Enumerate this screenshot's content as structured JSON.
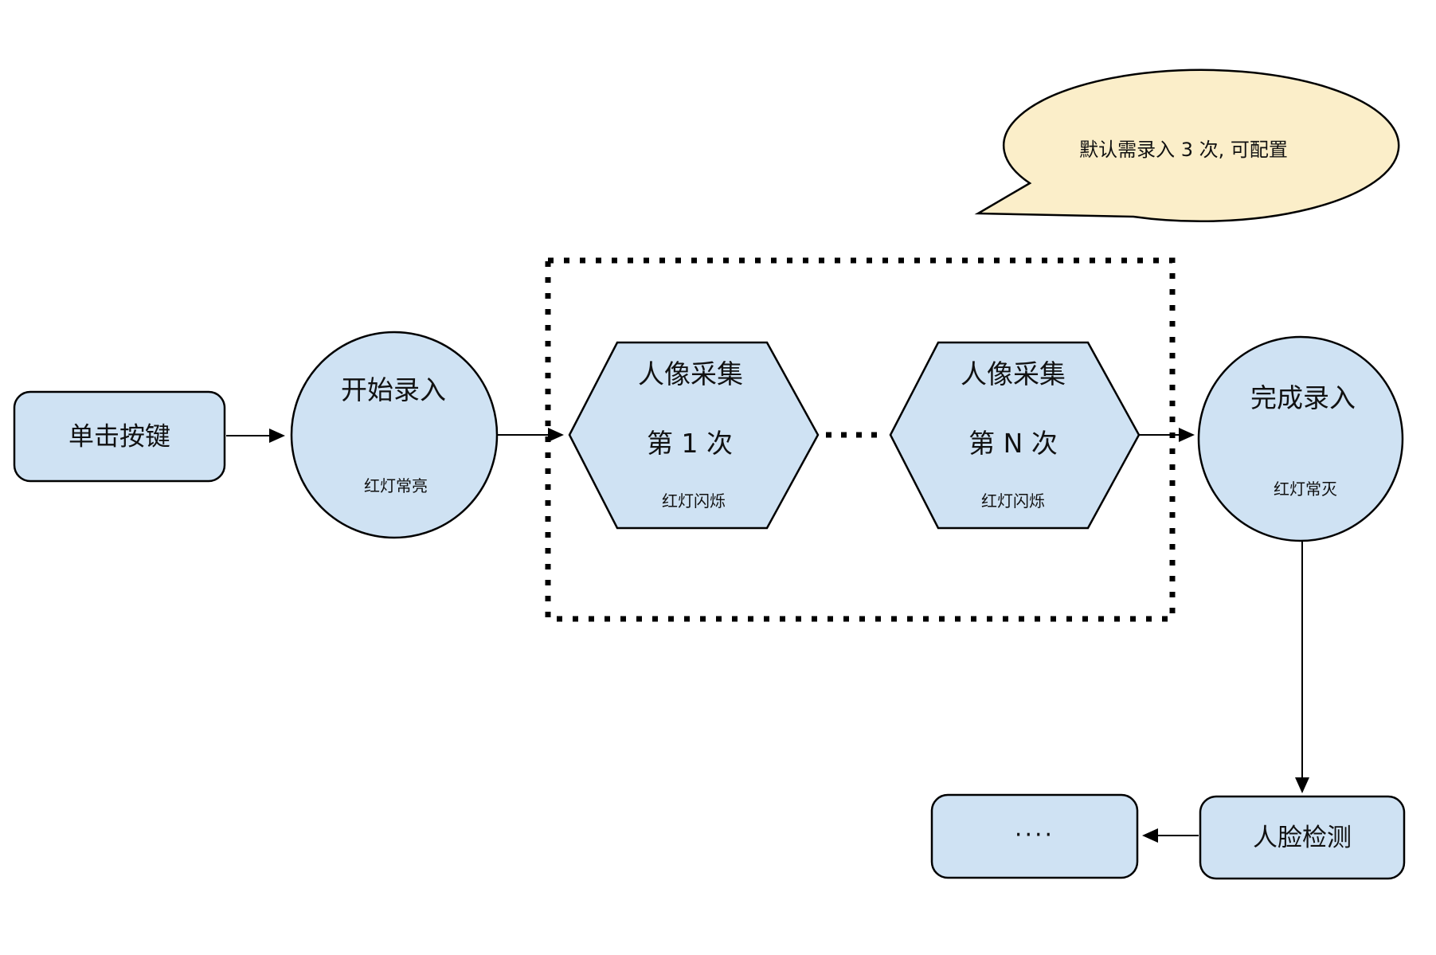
{
  "diagram": {
    "annotation_bubble": {
      "text": "默认需录入 3 次, 可配置"
    },
    "nodes": {
      "click_button": {
        "label": "单击按键"
      },
      "start_entry": {
        "label": "开始录入",
        "status": "红灯常亮"
      },
      "capture_first": {
        "title": "人像采集",
        "subtitle": "第 1 次",
        "status": "红灯闪烁"
      },
      "capture_nth": {
        "title": "人像采集",
        "subtitle": "第 N 次",
        "status": "红灯闪烁"
      },
      "finish_entry": {
        "label": "完成录入",
        "status": "红灯常灭"
      },
      "face_detection": {
        "label": "人脸检测"
      },
      "ellipsis_next": {
        "label": "...."
      }
    },
    "colors": {
      "node_fill": "#CFE2F3",
      "node_stroke": "#000000",
      "bubble_fill": "#FBEEC9",
      "line_color": "#000000"
    }
  }
}
